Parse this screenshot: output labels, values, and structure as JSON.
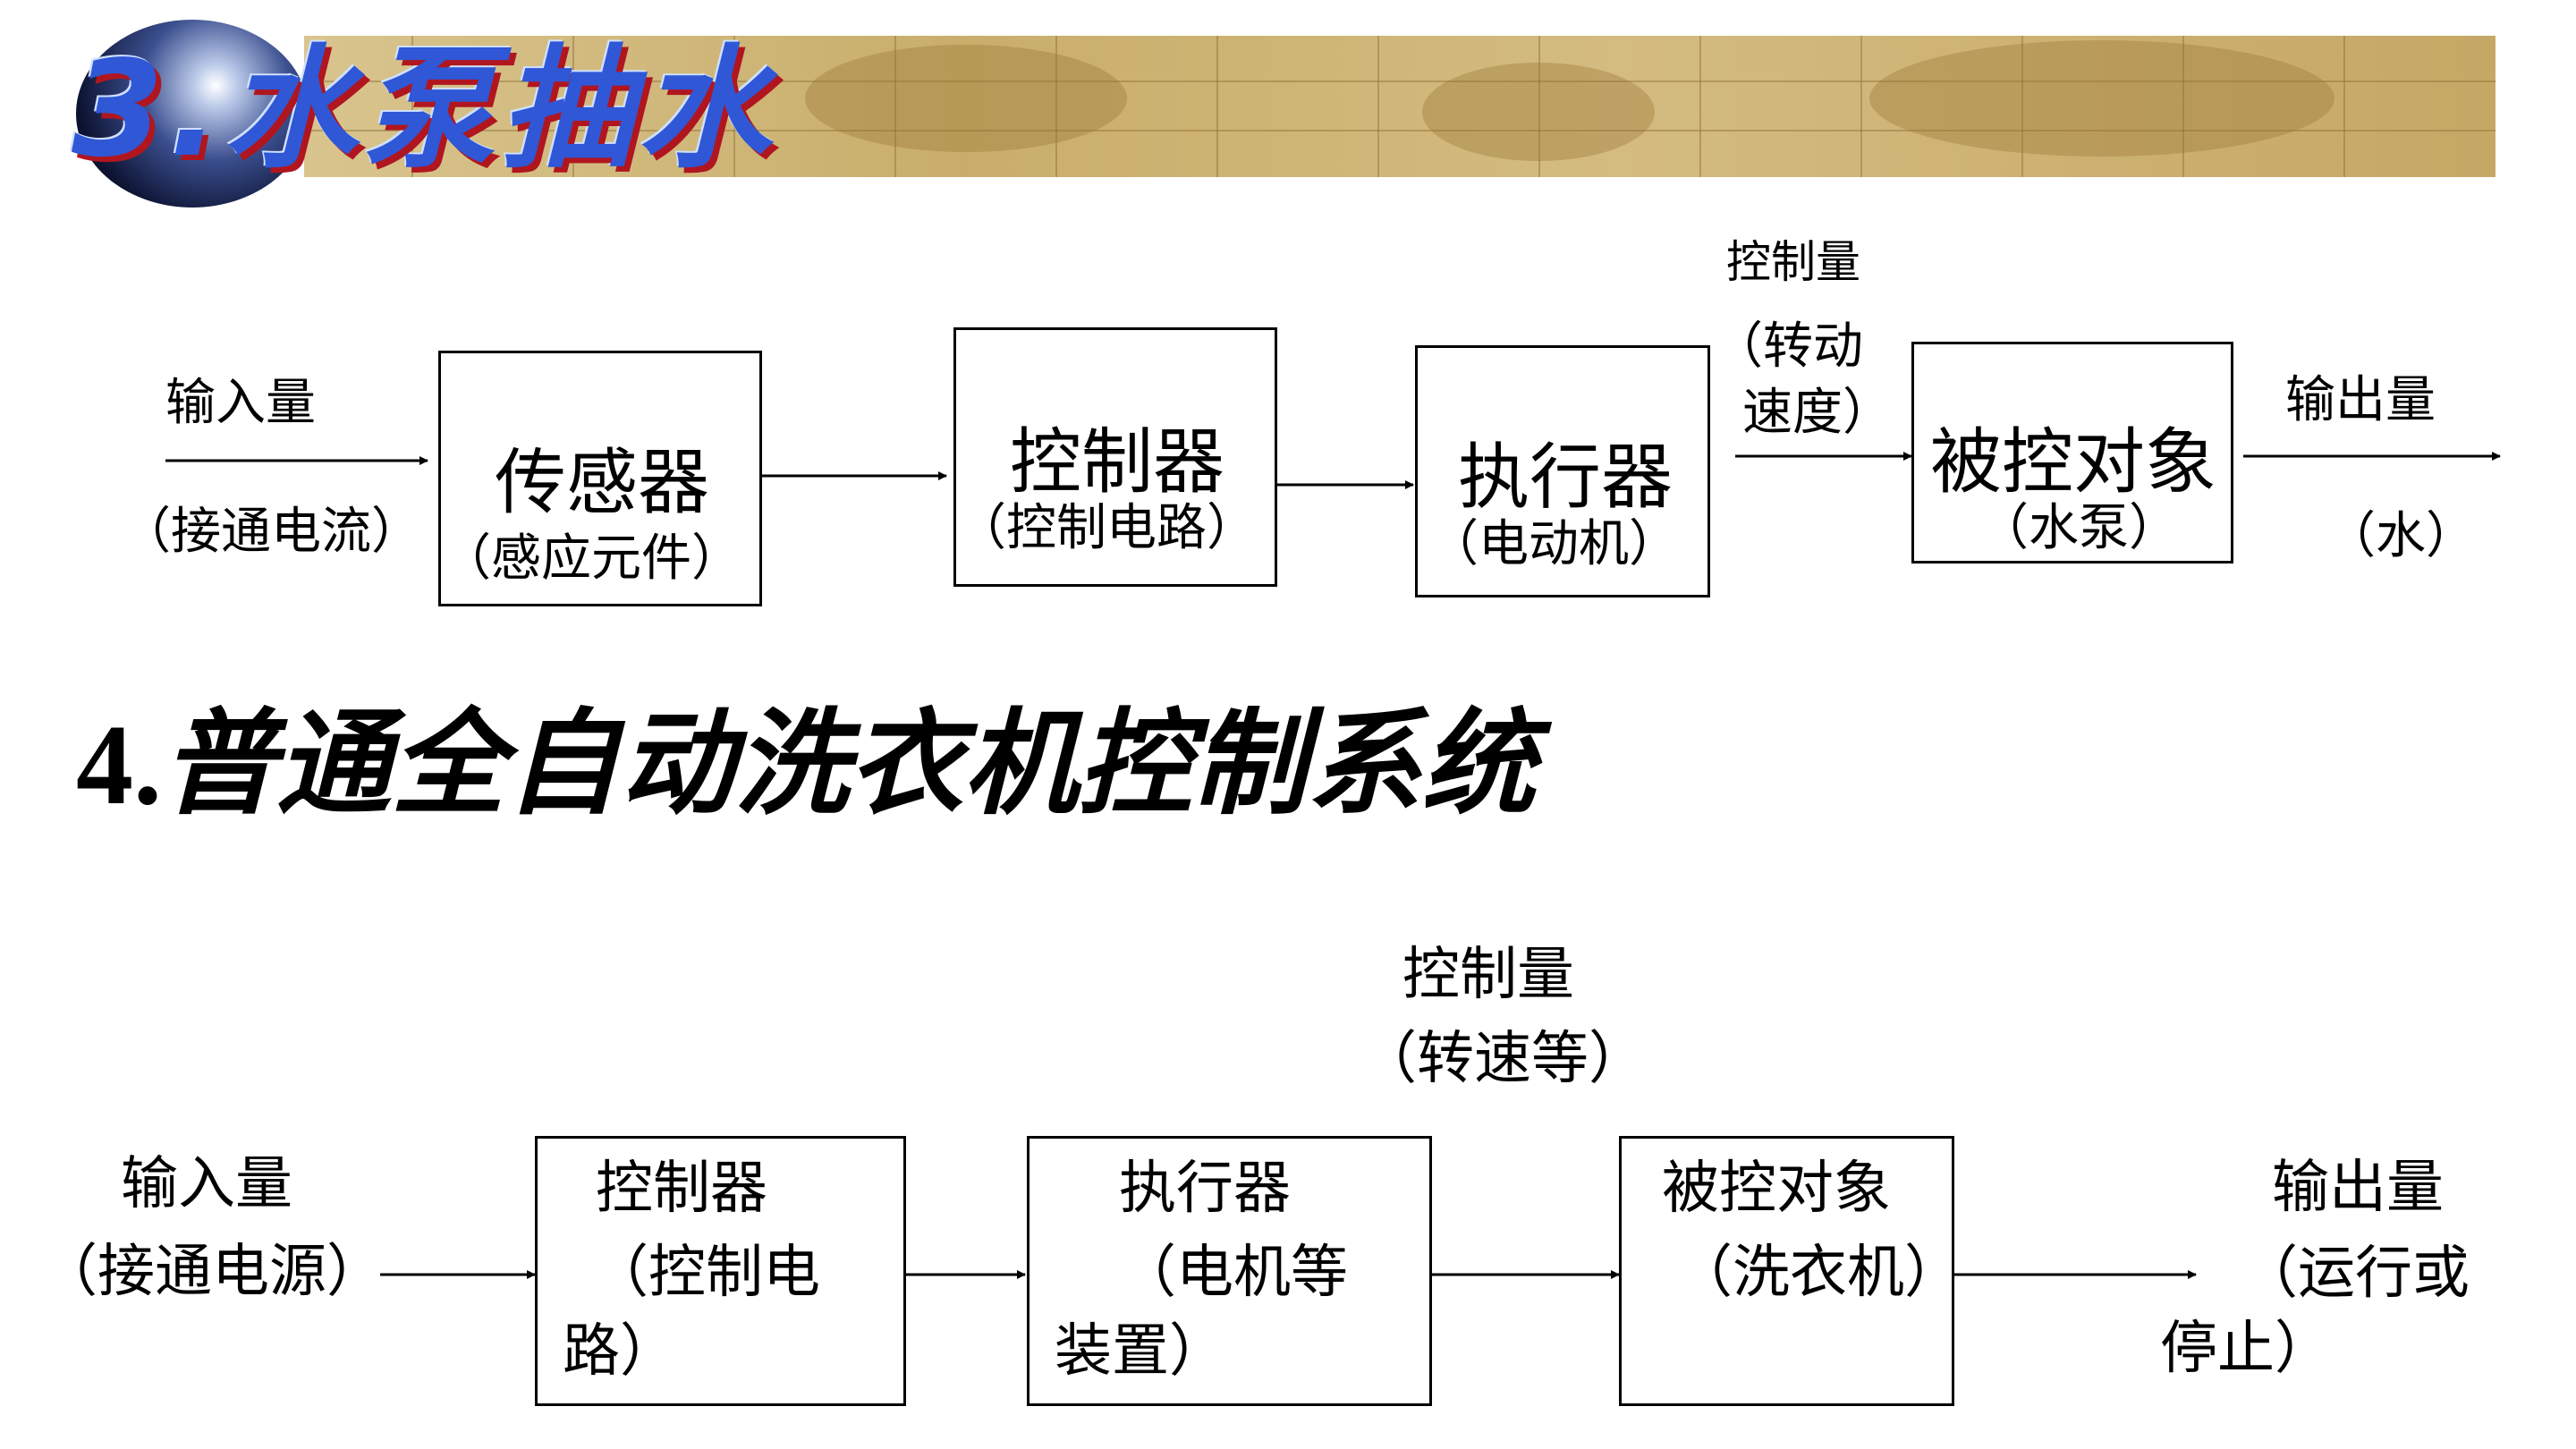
{
  "section1": {
    "title": "3.水泵抽水",
    "input_label": "输入量",
    "input_sub": "（接通电流）",
    "sensor_name": "传感器",
    "sensor_sub": "（感应元件）",
    "controller_name": "控制器",
    "controller_sub": "（控制电路）",
    "actuator_name": "执行器",
    "actuator_sub": "（电动机）",
    "control_qty_label": "控制量",
    "control_qty_sub_line1": "（转动",
    "control_qty_sub_line2": "速度）",
    "object_name": "被控对象",
    "object_sub": "（水泵）",
    "output_label": "输出量",
    "output_sub": "（水）"
  },
  "section2": {
    "title_num": "4.",
    "title_text": "普通全自动洗衣机控制系统",
    "control_qty_label": "控制量",
    "control_qty_sub": "（转速等）",
    "input_label": "输入量",
    "input_sub": "（接通电源）",
    "controller_line1": "控制器",
    "controller_line2": "（控制电",
    "controller_line3": "路）",
    "actuator_line1": "执行器",
    "actuator_line2": "（电机等",
    "actuator_line3": "装置）",
    "object_line1": "被控对象",
    "object_line2": "（洗衣机）",
    "output_line1": "输出量",
    "output_line2": "（运行或",
    "output_line3": "停止）"
  },
  "colors": {
    "title_blue": "#2f57d6",
    "title_shadow": "#b0161f",
    "banner": "#d2b97c"
  }
}
